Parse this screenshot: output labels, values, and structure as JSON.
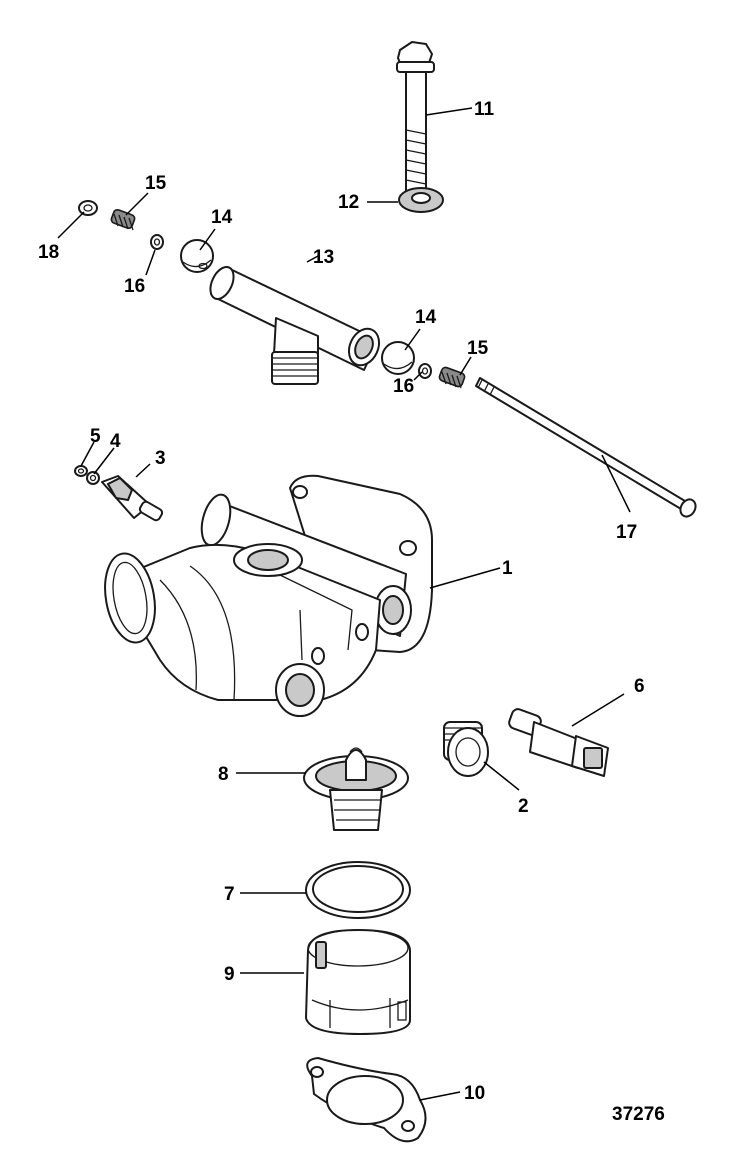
{
  "figure_id": "37276",
  "callouts": {
    "c1": "1",
    "c2": "2",
    "c3": "3",
    "c4": "4",
    "c5": "5",
    "c6": "6",
    "c7": "7",
    "c8": "8",
    "c9": "9",
    "c10": "10",
    "c11": "11",
    "c12": "12",
    "c13": "13",
    "c14a": "14",
    "c14b": "14",
    "c15a": "15",
    "c15b": "15",
    "c16a": "16",
    "c16b": "16",
    "c17": "17",
    "c18": "18"
  },
  "colors": {
    "line": "#1a1a1a",
    "shade": "#c9c9c9",
    "background": "#ffffff"
  }
}
